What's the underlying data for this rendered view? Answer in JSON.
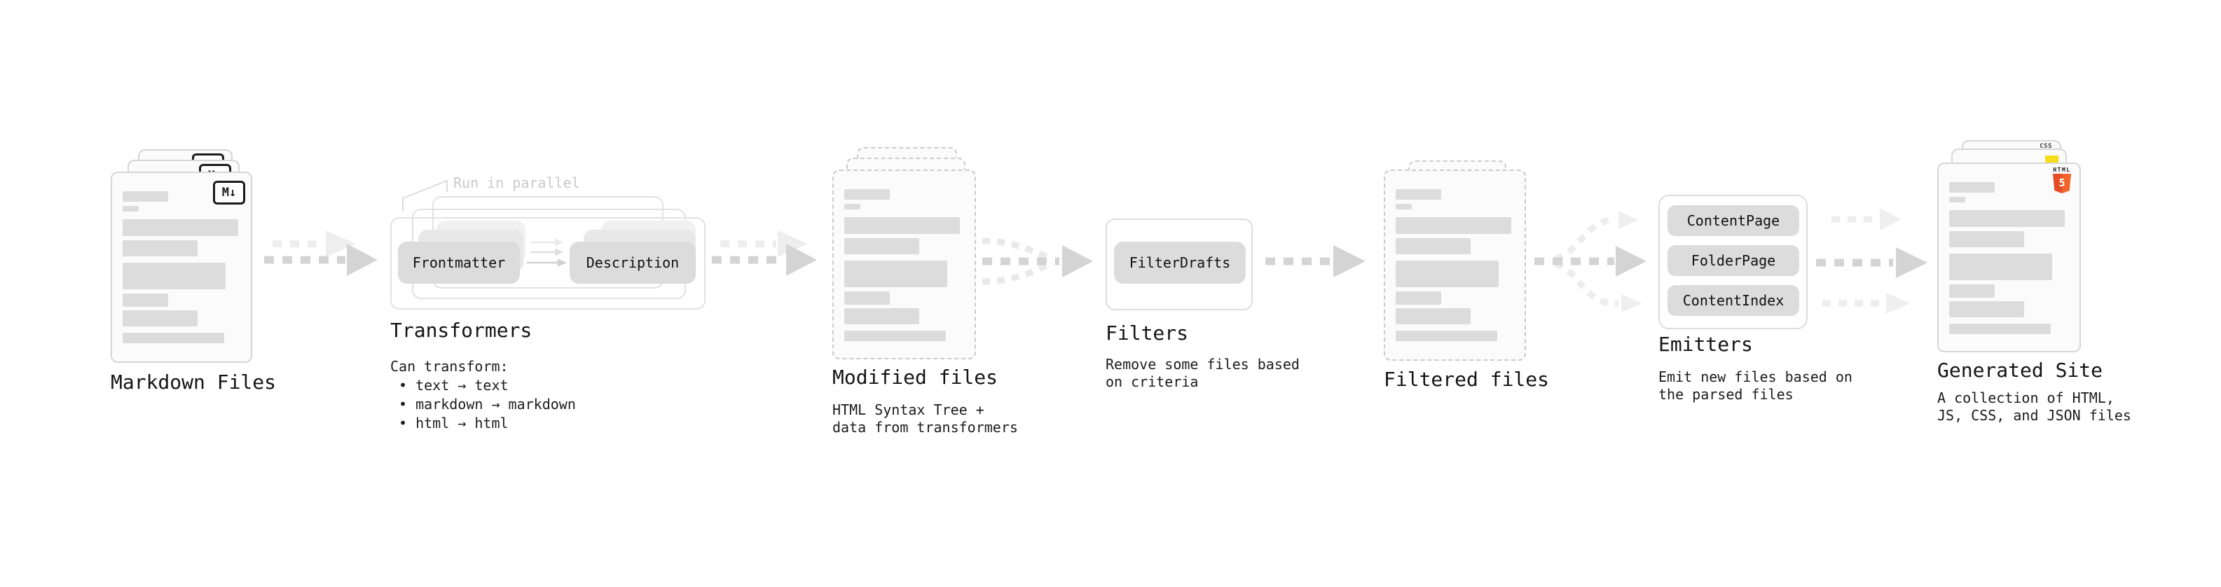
{
  "pipeline": {
    "stages": {
      "markdown_files": {
        "label": "Markdown Files",
        "badge": "M↓"
      },
      "transformers": {
        "label": "Transformers",
        "annotation": "Run in parallel",
        "box_from": "Frontmatter",
        "box_to": "Description",
        "body_title": "Can transform:",
        "bullet_char": "•",
        "bullets": [
          "text → text",
          "markdown → markdown",
          "html → html"
        ]
      },
      "modified_files": {
        "label": "Modified files",
        "subtitle": [
          "HTML Syntax Tree +",
          "data from transformers"
        ]
      },
      "filters": {
        "label": "Filters",
        "boxes": [
          "FilterDrafts"
        ],
        "subtitle": [
          "Remove some files based",
          "on criteria"
        ]
      },
      "filtered_files": {
        "label": "Filtered files"
      },
      "emitters": {
        "label": "Emitters",
        "boxes": [
          "ContentPage",
          "FolderPage",
          "ContentIndex"
        ],
        "subtitle": [
          "Emit new files based on",
          "the parsed files"
        ]
      },
      "generated_site": {
        "label": "Generated Site",
        "subtitle": [
          "A collection of HTML,",
          "JS, CSS, and JSON files"
        ],
        "badge_css": "CSS",
        "badge_html_text": "HTML",
        "badge_html_number": "5"
      }
    },
    "colors": {
      "markdown_icon": "#1a1a1a",
      "html5_orange": "#e44d26",
      "html5_orange_light": "#f16529",
      "js_yellow": "#f5de19",
      "css_blue": "#2962ff",
      "arrow_strong": "#d4d4d4",
      "arrow_faint": "#eeeeee",
      "pill_gray": "#dcdcdc",
      "annotation_gray": "#c9c9c9"
    }
  }
}
